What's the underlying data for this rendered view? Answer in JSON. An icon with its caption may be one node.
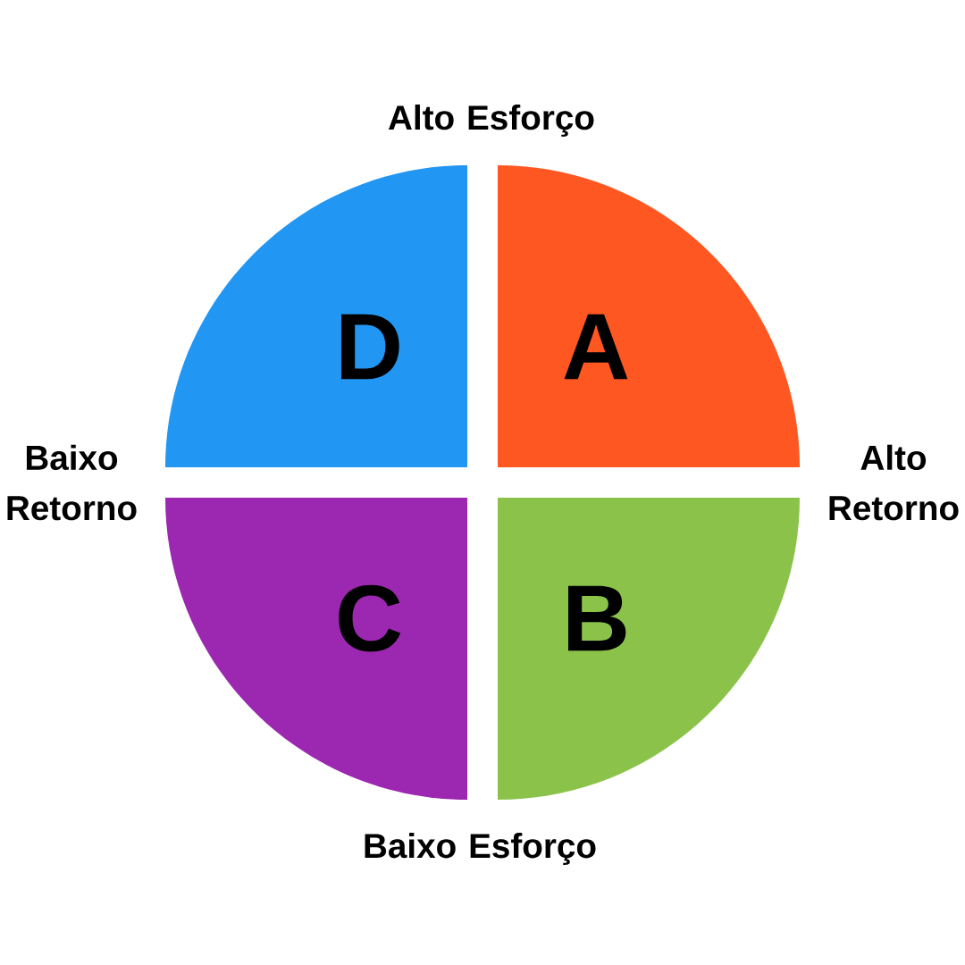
{
  "diagram": {
    "nodes": [
      {
        "text": [
          "D"
        ]
      },
      {
        "text": [
          "A"
        ]
      },
      {
        "text": [
          "C"
        ]
      },
      {
        "text": [
          "B"
        ]
      }
    ],
    "labels": [
      "Alto Esforço",
      "Baixo Retorno",
      "Alto Retorno",
      "Baixo Esforço"
    ]
  }
}
